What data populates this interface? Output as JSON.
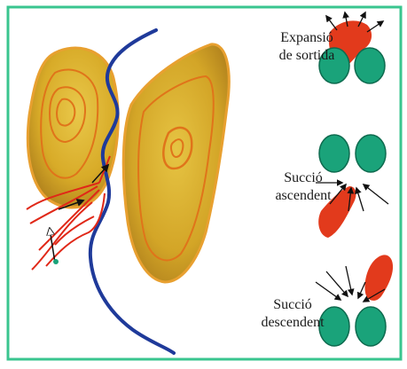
{
  "figure": {
    "colors": {
      "border": "#39c58f",
      "grain_fill": "#d8ab28",
      "grain_dark": "#a8791a",
      "grain_edge": "#e8a030",
      "contour": "#e0741a",
      "red_line": "#e02818",
      "blue_line": "#1f3a9a",
      "green_oval": "#1aa37a",
      "red_particle": "#e23a1c",
      "arrow": "#111111"
    },
    "labels": {
      "expansio": [
        "Expansió",
        "de sortida"
      ],
      "succio_asc": [
        "Succió",
        "ascendent"
      ],
      "succio_desc": [
        "Succió",
        "descendent"
      ]
    }
  }
}
